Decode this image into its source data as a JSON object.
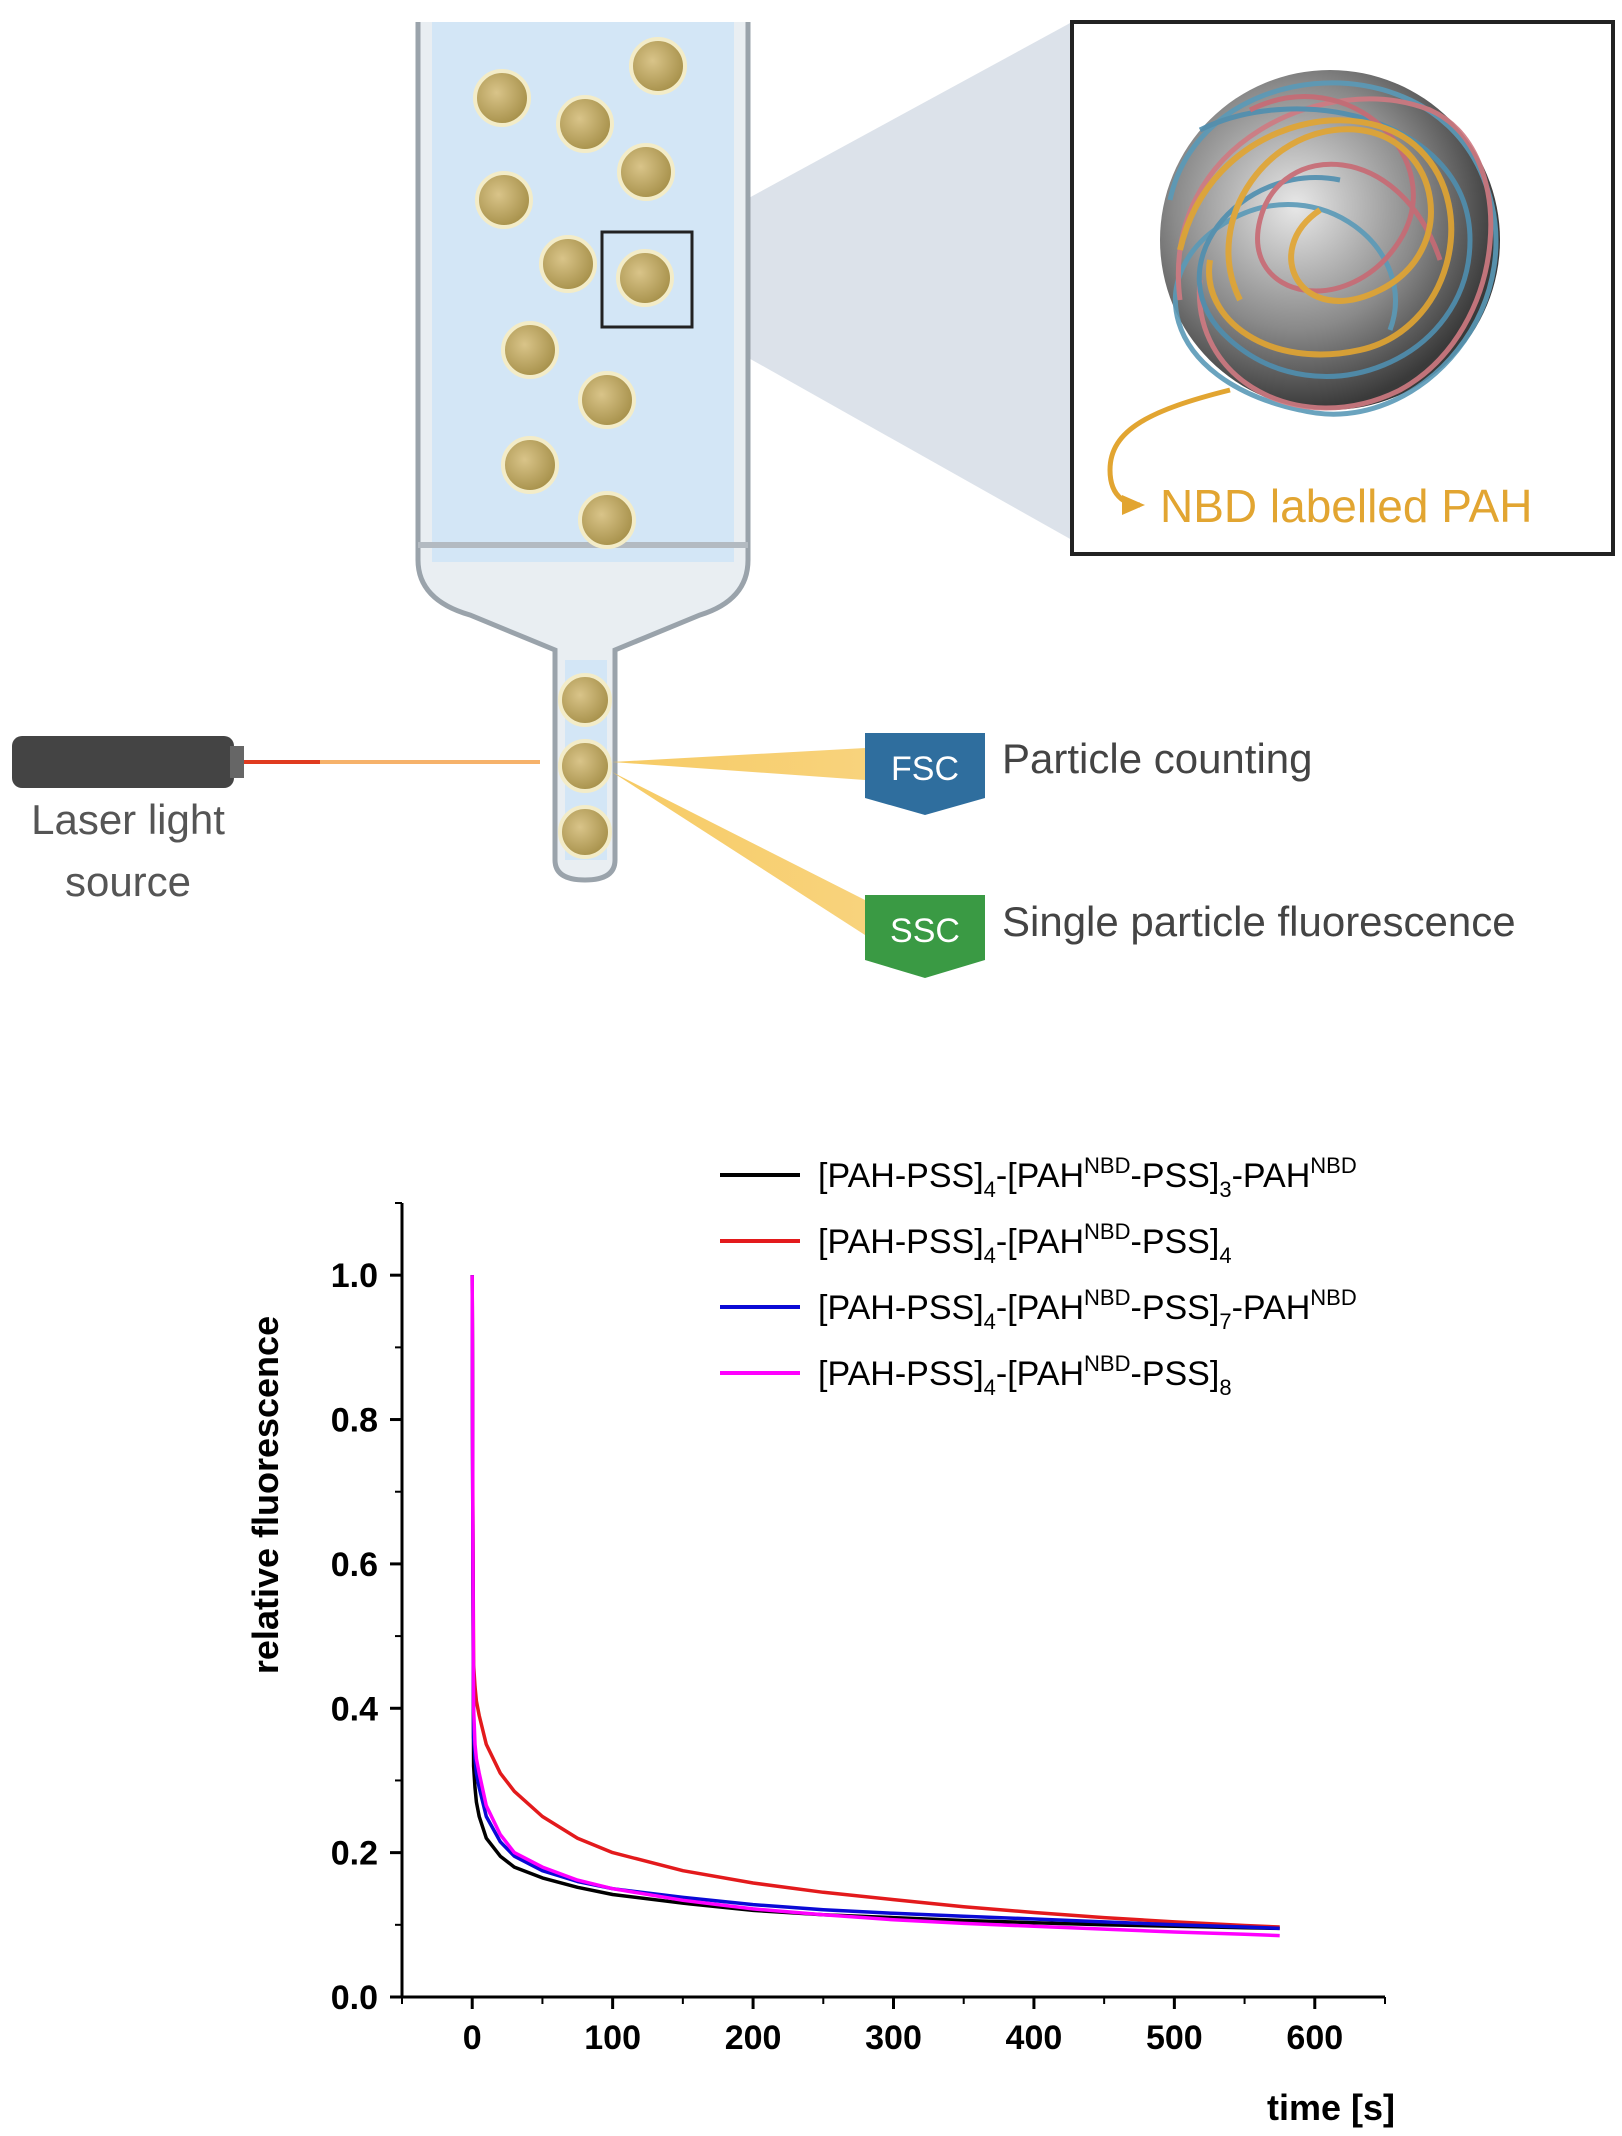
{
  "schematic": {
    "inset_label": "NBD labelled PAH",
    "laser_label_line1": "Laser light",
    "laser_label_line2": "source",
    "fsc_badge": "FSC",
    "fsc_text": "Particle counting",
    "ssc_badge": "SSC",
    "ssc_text": "Single particle fluorescence",
    "colors": {
      "particle": "#c9b36c",
      "flow_fluid": "#d3e6f6",
      "fsc_badge": "#2f6e9e",
      "ssc_badge": "#3a9a44",
      "beam": "#f2b63b",
      "label_orange": "#e2a531",
      "laser_body": "#444444"
    }
  },
  "chart_data": {
    "type": "line",
    "title": "",
    "xlabel": "time [s]",
    "ylabel": "relative fluorescence",
    "xlim": [
      -50,
      650
    ],
    "ylim": [
      0,
      1.1
    ],
    "x_ticks": [
      "0",
      "100",
      "200",
      "300",
      "400",
      "500",
      "600"
    ],
    "y_ticks": [
      "0.0",
      "0.2",
      "0.4",
      "0.6",
      "0.8",
      "1.0"
    ],
    "legend_position": "top-right",
    "legend": [
      {
        "base": "[PAH-PSS]",
        "s1": "4",
        "mid": "-[PAH",
        "sup1": "NBD",
        "mid2": "-PSS]",
        "s2": "3",
        "tail": "-PAH",
        "sup2": "NBD"
      },
      {
        "base": "[PAH-PSS]",
        "s1": "4",
        "mid": "-[PAH",
        "sup1": "NBD",
        "mid2": "-PSS]",
        "s2": "4",
        "tail": "",
        "sup2": ""
      },
      {
        "base": "[PAH-PSS]",
        "s1": "4",
        "mid": "-[PAH",
        "sup1": "NBD",
        "mid2": "-PSS]",
        "s2": "7",
        "tail": "-PAH",
        "sup2": "NBD"
      },
      {
        "base": "[PAH-PSS]",
        "s1": "4",
        "mid": "-[PAH",
        "sup1": "NBD",
        "mid2": "-PSS]",
        "s2": "8",
        "tail": "",
        "sup2": ""
      }
    ],
    "series": [
      {
        "color": "#000000",
        "x": [
          0,
          0.5,
          1,
          2,
          3,
          5,
          10,
          20,
          30,
          50,
          75,
          100,
          150,
          200,
          250,
          300,
          350,
          400,
          450,
          500,
          550,
          575
        ],
        "y": [
          1.0,
          0.6,
          0.32,
          0.29,
          0.27,
          0.25,
          0.22,
          0.195,
          0.18,
          0.165,
          0.152,
          0.142,
          0.13,
          0.12,
          0.114,
          0.11,
          0.106,
          0.103,
          0.1,
          0.098,
          0.096,
          0.095
        ]
      },
      {
        "color": "#e31a1c",
        "x": [
          0,
          0.5,
          1,
          2,
          3,
          5,
          10,
          20,
          30,
          50,
          75,
          100,
          150,
          200,
          250,
          300,
          350,
          400,
          450,
          500,
          550,
          575
        ],
        "y": [
          1.0,
          0.65,
          0.46,
          0.43,
          0.41,
          0.39,
          0.35,
          0.31,
          0.285,
          0.25,
          0.22,
          0.2,
          0.175,
          0.158,
          0.145,
          0.135,
          0.125,
          0.117,
          0.11,
          0.104,
          0.099,
          0.097
        ]
      },
      {
        "color": "#0a0ad6",
        "x": [
          0,
          0.5,
          1,
          2,
          3,
          5,
          10,
          20,
          30,
          50,
          75,
          100,
          150,
          200,
          250,
          300,
          350,
          400,
          450,
          500,
          550,
          575
        ],
        "y": [
          1.0,
          0.6,
          0.36,
          0.33,
          0.31,
          0.29,
          0.25,
          0.215,
          0.195,
          0.175,
          0.16,
          0.15,
          0.138,
          0.128,
          0.121,
          0.116,
          0.112,
          0.108,
          0.104,
          0.1,
          0.097,
          0.095
        ]
      },
      {
        "color": "#ff00ff",
        "x": [
          0,
          0.5,
          1,
          2,
          3,
          5,
          10,
          20,
          30,
          50,
          75,
          100,
          150,
          200,
          250,
          300,
          350,
          400,
          450,
          500,
          550,
          575
        ],
        "y": [
          1.0,
          0.62,
          0.4,
          0.35,
          0.33,
          0.31,
          0.265,
          0.225,
          0.2,
          0.18,
          0.162,
          0.15,
          0.134,
          0.122,
          0.114,
          0.107,
          0.102,
          0.098,
          0.094,
          0.09,
          0.087,
          0.085
        ]
      }
    ]
  }
}
